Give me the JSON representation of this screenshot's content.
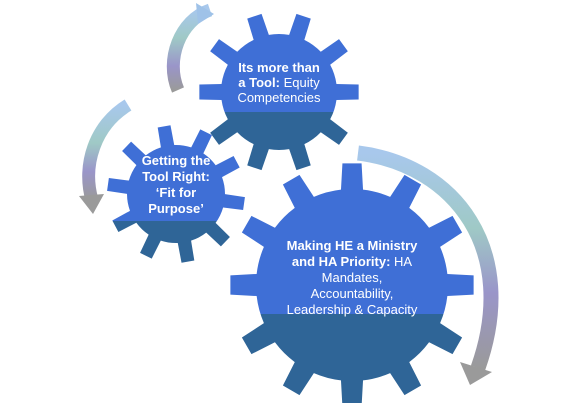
{
  "colors": {
    "gear_top": "#3f6fd6",
    "gear_bottom": "#2f6597",
    "arrow_blue": "#9fc2e8",
    "arrow_teal": "#8fc9c9",
    "arrow_purple": "#9a95c9",
    "arrow_gray": "#9a9a9a"
  },
  "gears": [
    {
      "id": "top",
      "lines": [
        [
          {
            "text": "Its more than",
            "bold": true
          }
        ],
        [
          {
            "text": "a Tool: ",
            "bold": true
          },
          {
            "text": "Equity",
            "bold": false
          }
        ],
        [
          {
            "text": "Competencies",
            "bold": false
          }
        ]
      ]
    },
    {
      "id": "left",
      "lines": [
        [
          {
            "text": "Getting the",
            "bold": true
          }
        ],
        [
          {
            "text": "Tool Right:",
            "bold": true
          }
        ],
        [
          {
            "text": "‘Fit for",
            "bold": true
          }
        ],
        [
          {
            "text": "Purpose’",
            "bold": true
          }
        ]
      ]
    },
    {
      "id": "right",
      "lines": [
        [
          {
            "text": "Making HE a Ministry",
            "bold": true
          }
        ],
        [
          {
            "text": "and HA Priority: ",
            "bold": true
          },
          {
            "text": "HA",
            "bold": false
          }
        ],
        [
          {
            "text": "Mandates,",
            "bold": false
          }
        ],
        [
          {
            "text": "Accountability,",
            "bold": false
          }
        ],
        [
          {
            "text": "Leadership & Capacity",
            "bold": false
          }
        ]
      ]
    }
  ],
  "arrows": [
    {
      "id": "top-arc",
      "icon": "curved-arrow-up"
    },
    {
      "id": "left-arc",
      "icon": "curved-arrow-down"
    },
    {
      "id": "right-arc",
      "icon": "curved-arrow-down"
    }
  ]
}
